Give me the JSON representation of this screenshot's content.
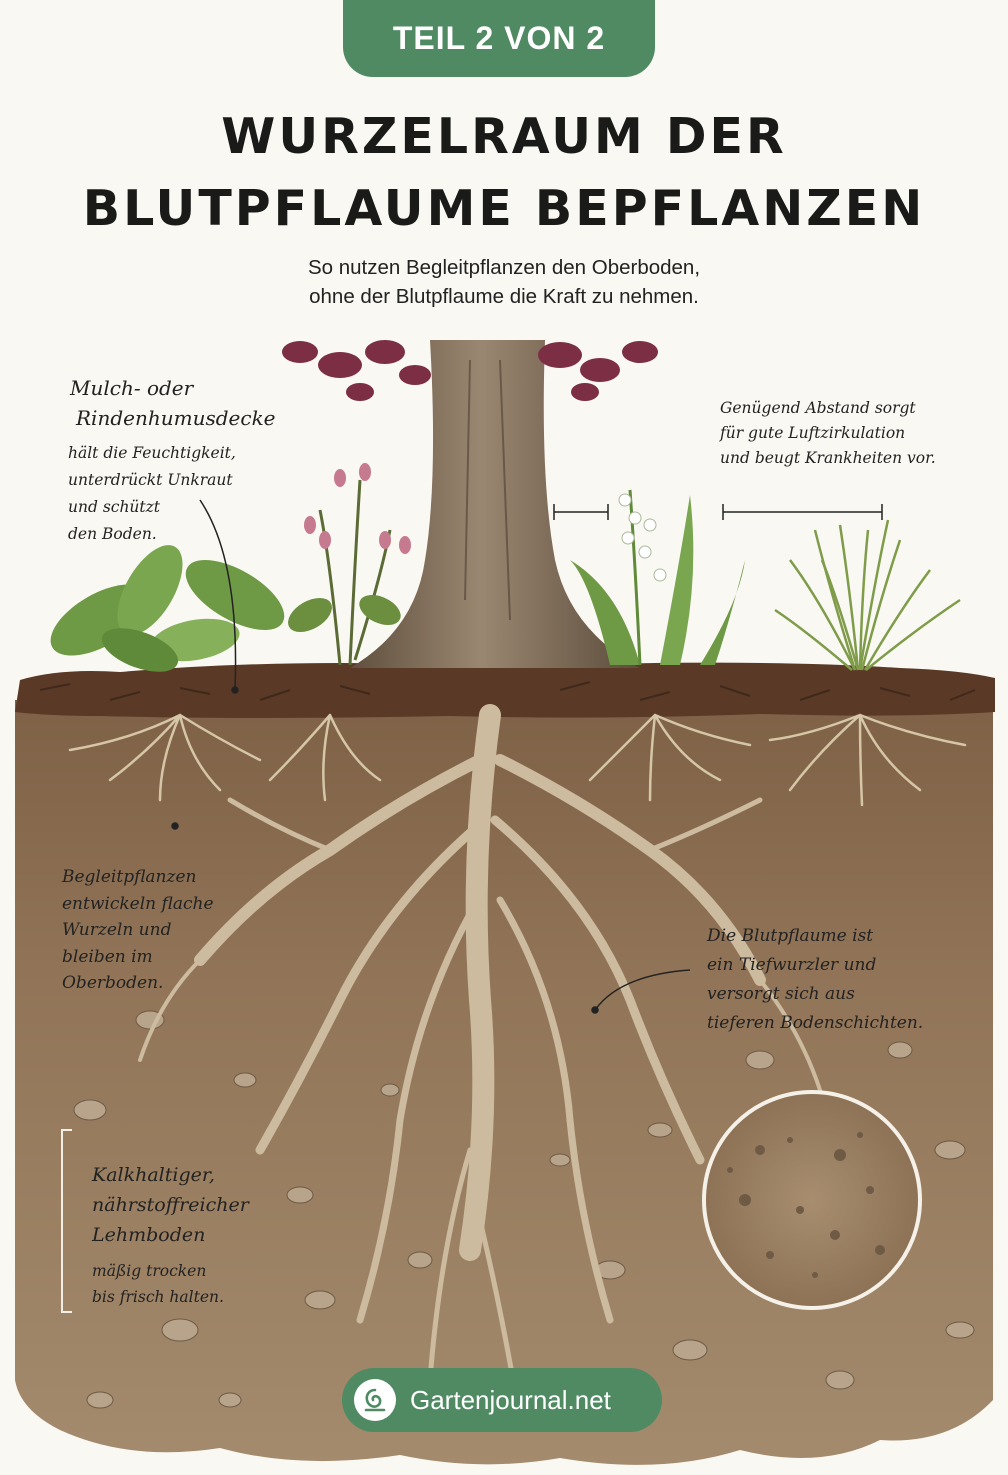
{
  "badge": {
    "label": "TEIL 2 VON 2"
  },
  "title": {
    "line1": "WURZELRAUM DER",
    "line2": "BLUTPFLAUME BEPFLANZEN"
  },
  "subtitle": {
    "line1": "So nutzen Begleitpflanzen den Oberboden,",
    "line2": "ohne der Blutpflaume die Kraft zu nehmen."
  },
  "annotations": {
    "mulch": {
      "heading": [
        "Mulch- oder",
        "Rindenhumusdecke"
      ],
      "body": [
        "hält die Feuchtigkeit,",
        "unterdrückt Unkraut",
        "und schützt",
        "den Boden."
      ]
    },
    "spacing": {
      "body": [
        "Genügend Abstand sorgt",
        "für gute Luftzirkulation",
        "und beugt Krankheiten vor."
      ]
    },
    "shallow_roots": {
      "body": [
        "Begleitpflanzen",
        "entwickeln flache",
        "Wurzeln und",
        "bleiben im",
        "Oberboden."
      ]
    },
    "deep_roots": {
      "body": [
        "Die Blutpflaume ist",
        "ein Tiefwurzler und",
        "versorgt sich aus",
        "tieferen Bodenschichten."
      ]
    },
    "soil": {
      "heading": [
        "Kalkhaltiger,",
        "nährstoffreicher",
        "Lehmboden"
      ],
      "body": [
        "mäßig trocken",
        "bis frisch halten."
      ]
    }
  },
  "colors": {
    "accent_green": "#4f8a63",
    "soil": "#8f7355",
    "mulch": "#5a3a26",
    "trunk": "#7d6a55",
    "leaf_purple": "#7b2e44",
    "plant_green": "#6f9a45"
  },
  "icons": {
    "brand": "snail-leaf-icon"
  },
  "brand": {
    "name": "Gartenjournal.net"
  }
}
